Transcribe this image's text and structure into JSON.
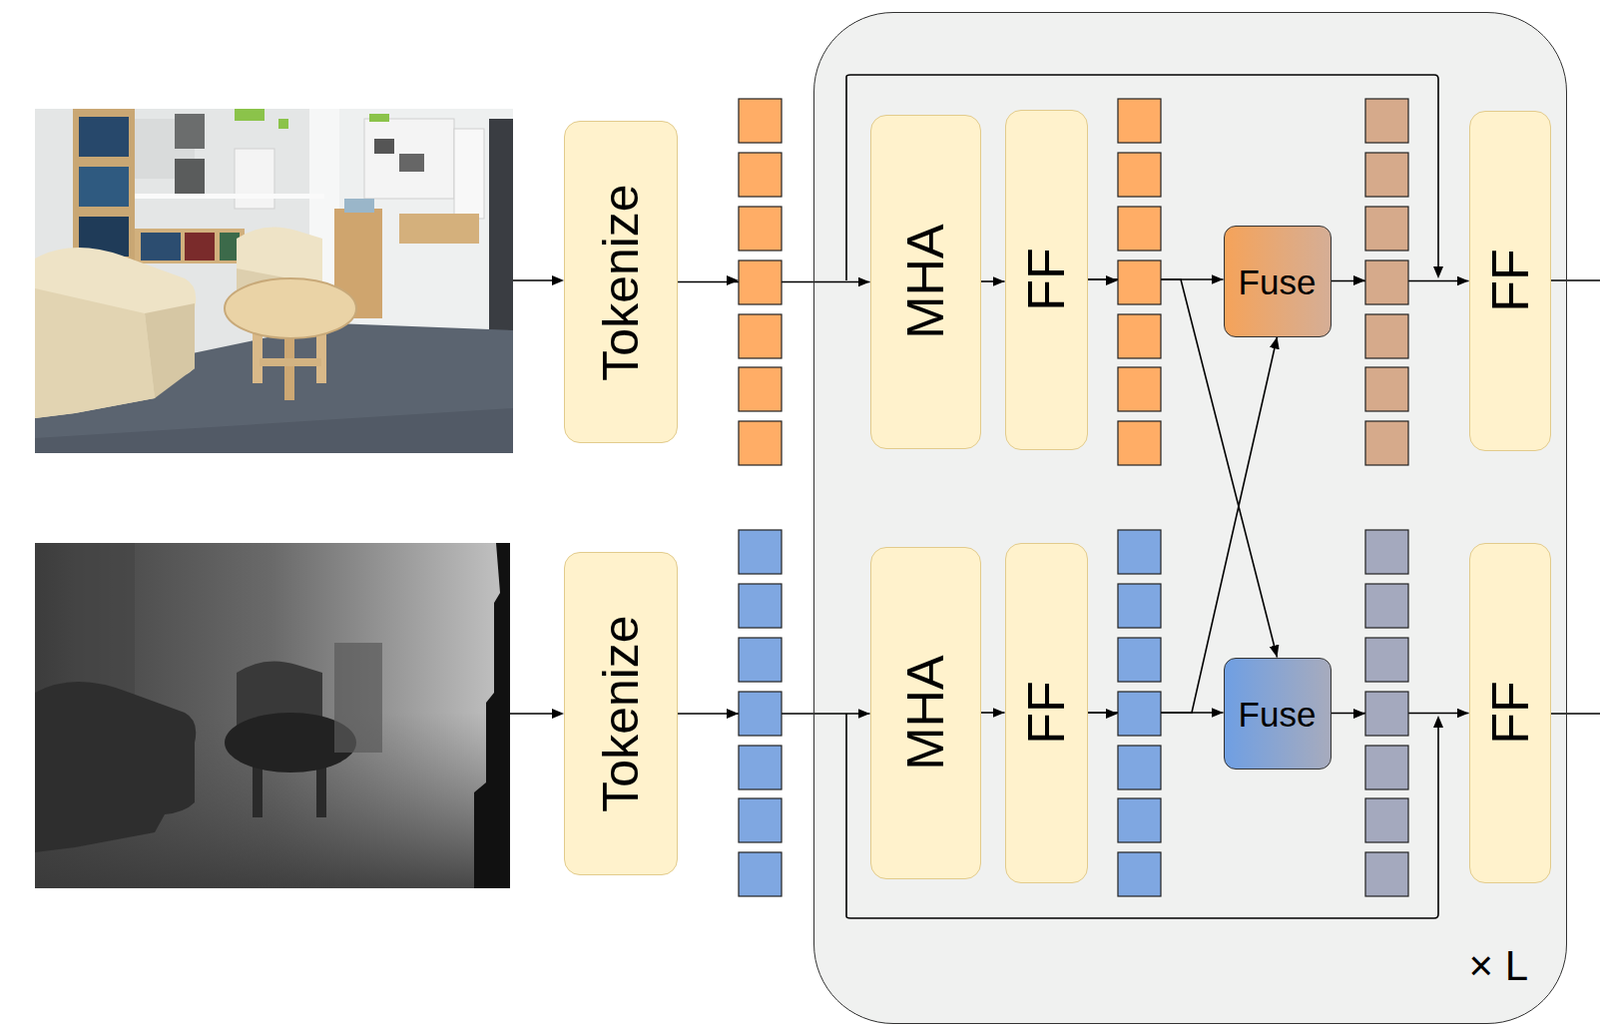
{
  "diagram": {
    "nodes": [
      {
        "text": [
          "Tokenize"
        ]
      },
      {
        "text": [
          "Tokenize"
        ]
      },
      {
        "text": [
          "× L"
        ]
      },
      {
        "text": [
          "MHA"
        ],
        "in": 2
      },
      {
        "text": [
          "FF"
        ],
        "in": 2
      },
      {
        "text": [
          "Fuse"
        ],
        "in": 2
      },
      {
        "text": [
          "FF"
        ],
        "in": 2
      },
      {
        "text": [
          "MHA"
        ],
        "in": 2
      },
      {
        "text": [
          "FF"
        ],
        "in": 2
      },
      {
        "text": [
          "Fuse"
        ],
        "in": 2
      },
      {
        "text": [
          "FF"
        ],
        "in": 2
      }
    ],
    "edges": [
      {
        "from": 0,
        "to": 3,
        "arrow": "to"
      },
      {
        "from": 3,
        "to": 4,
        "arrow": "to"
      },
      {
        "from": 4,
        "to": 5,
        "arrow": "to"
      },
      {
        "from": 4,
        "to": 9,
        "arrow": "to"
      },
      {
        "from": 5,
        "to": 6,
        "arrow": "to"
      },
      {
        "from": 1,
        "to": 7,
        "arrow": "to"
      },
      {
        "from": 7,
        "to": 8,
        "arrow": "to"
      },
      {
        "from": 8,
        "to": 9,
        "arrow": "to"
      },
      {
        "from": 8,
        "to": 5,
        "arrow": "to"
      },
      {
        "from": 9,
        "to": 10,
        "arrow": "to"
      }
    ]
  }
}
